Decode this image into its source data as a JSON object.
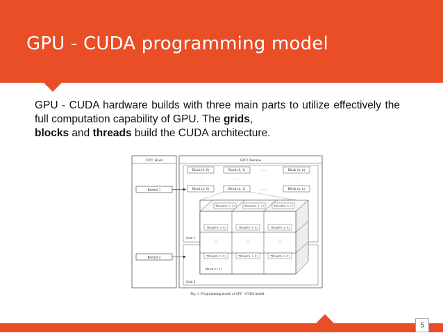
{
  "slide": {
    "title": "GPU - CUDA programming model",
    "body_part1": "GPU - CUDA hardware builds with three main parts to utilize effectively the full computation capability of GPU. The ",
    "bold_grids": "grids",
    "comma": ", ",
    "bold_blocks": "blocks",
    "and_text": " and ",
    "bold_threads": "threads",
    "body_end": " build the CUDA architecture.",
    "page_number": "5"
  },
  "figure": {
    "cpu_host": "CPU Host",
    "gpu_device": "GPU Device",
    "kernel1": "Kernel 1",
    "kernel2": "Kernel 2",
    "grid1": "Grid 1",
    "grid2": "Grid 2",
    "block_00": "Block (0, 0)",
    "block_01": "Block (0, 1)",
    "block_0n": "Block (0, n)",
    "block_n0": "Block (n, 0)",
    "block_n1": "Block (n, 1)",
    "block_nn": "Block (n, n)",
    "block_label": "Block (0, 1)",
    "thread_001": "Thread(0, 0, 1)",
    "thread_011": "Thread(0, 1, 1)",
    "thread_0n1": "Thread(0, n, 1)",
    "thread_000": "Thread(0, 0, 0)",
    "thread_010": "Thread(0, 1, 0)",
    "thread_0n0": "Thread(0, n, 0)",
    "thread_n00": "Thread(n, 0, 0)",
    "thread_n10": "Thread(n, 1, 0)",
    "thread_nn0": "Thread(n, n, 0)",
    "dots": "......",
    "caption": "Fig. 1. Programming model of GPU - CUDA model."
  }
}
